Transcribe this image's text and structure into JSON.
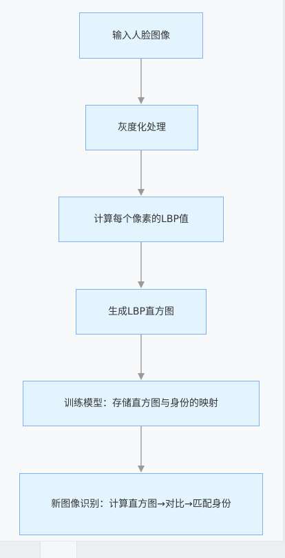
{
  "diagram": {
    "nodes": [
      {
        "id": "n1",
        "label": "输入人脸图像"
      },
      {
        "id": "n2",
        "label": "灰度化处理"
      },
      {
        "id": "n3",
        "label": "计算每个像素的LBP值"
      },
      {
        "id": "n4",
        "label": "生成LBP直方图"
      },
      {
        "id": "n5",
        "label": "训练模型：存储直方图与身份的映射"
      },
      {
        "id": "n6",
        "label": "新图像识别：计算直方图→对比→匹配身份"
      }
    ],
    "edges": [
      {
        "from": "n1",
        "to": "n2"
      },
      {
        "from": "n2",
        "to": "n3"
      },
      {
        "from": "n3",
        "to": "n4"
      },
      {
        "from": "n4",
        "to": "n5"
      },
      {
        "from": "n5",
        "to": "n6"
      }
    ],
    "colors": {
      "node_fill": "#e4f4ff",
      "node_border": "#7eb1f2",
      "edge": "#9a9a9a",
      "text": "#333333"
    }
  }
}
